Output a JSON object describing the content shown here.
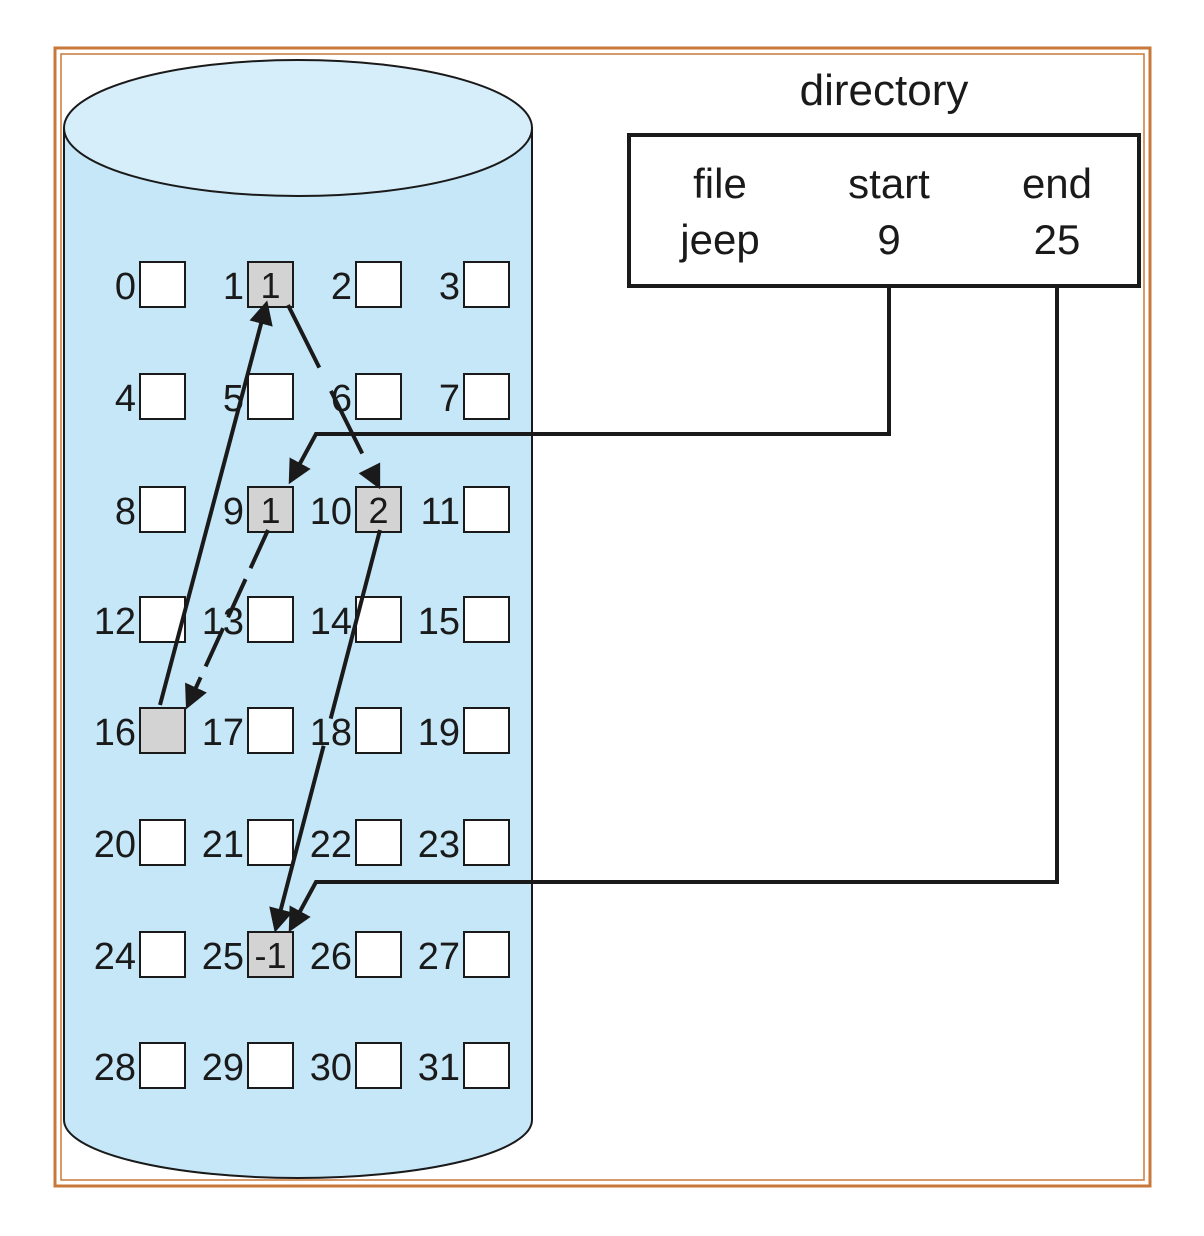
{
  "directory": {
    "title": "directory",
    "headers": [
      "file",
      "start",
      "end"
    ],
    "entry": {
      "file": "jeep",
      "start": "9",
      "end": "25"
    }
  },
  "disk": {
    "blocks": [
      {
        "n": "0",
        "value": null,
        "used": false
      },
      {
        "n": "1",
        "value": "1",
        "used": true
      },
      {
        "n": "2",
        "value": null,
        "used": false
      },
      {
        "n": "3",
        "value": null,
        "used": false
      },
      {
        "n": "4",
        "value": null,
        "used": false
      },
      {
        "n": "5",
        "value": null,
        "used": false
      },
      {
        "n": "6",
        "value": null,
        "used": false
      },
      {
        "n": "7",
        "value": null,
        "used": false
      },
      {
        "n": "8",
        "value": null,
        "used": false
      },
      {
        "n": "9",
        "value": "1",
        "used": true
      },
      {
        "n": "10",
        "value": "2",
        "used": true
      },
      {
        "n": "11",
        "value": null,
        "used": false
      },
      {
        "n": "12",
        "value": null,
        "used": false
      },
      {
        "n": "13",
        "value": null,
        "used": false
      },
      {
        "n": "14",
        "value": null,
        "used": false
      },
      {
        "n": "15",
        "value": null,
        "used": false
      },
      {
        "n": "16",
        "value": null,
        "used": true
      },
      {
        "n": "17",
        "value": null,
        "used": false
      },
      {
        "n": "18",
        "value": null,
        "used": false
      },
      {
        "n": "19",
        "value": null,
        "used": false
      },
      {
        "n": "20",
        "value": null,
        "used": false
      },
      {
        "n": "21",
        "value": null,
        "used": false
      },
      {
        "n": "22",
        "value": null,
        "used": false
      },
      {
        "n": "23",
        "value": null,
        "used": false
      },
      {
        "n": "24",
        "value": null,
        "used": false
      },
      {
        "n": "25",
        "value": "-1",
        "used": true
      },
      {
        "n": "26",
        "value": null,
        "used": false
      },
      {
        "n": "27",
        "value": null,
        "used": false
      },
      {
        "n": "28",
        "value": null,
        "used": false
      },
      {
        "n": "29",
        "value": null,
        "used": false
      },
      {
        "n": "30",
        "value": null,
        "used": false
      },
      {
        "n": "31",
        "value": null,
        "used": false
      }
    ]
  },
  "colors": {
    "frame": "#c8783a",
    "cylinder": "#c6e7f8",
    "cylinder_top": "#d6eefa",
    "used_block": "#d3d3d3",
    "free_block": "#ffffff",
    "line": "#1a1a1a"
  }
}
